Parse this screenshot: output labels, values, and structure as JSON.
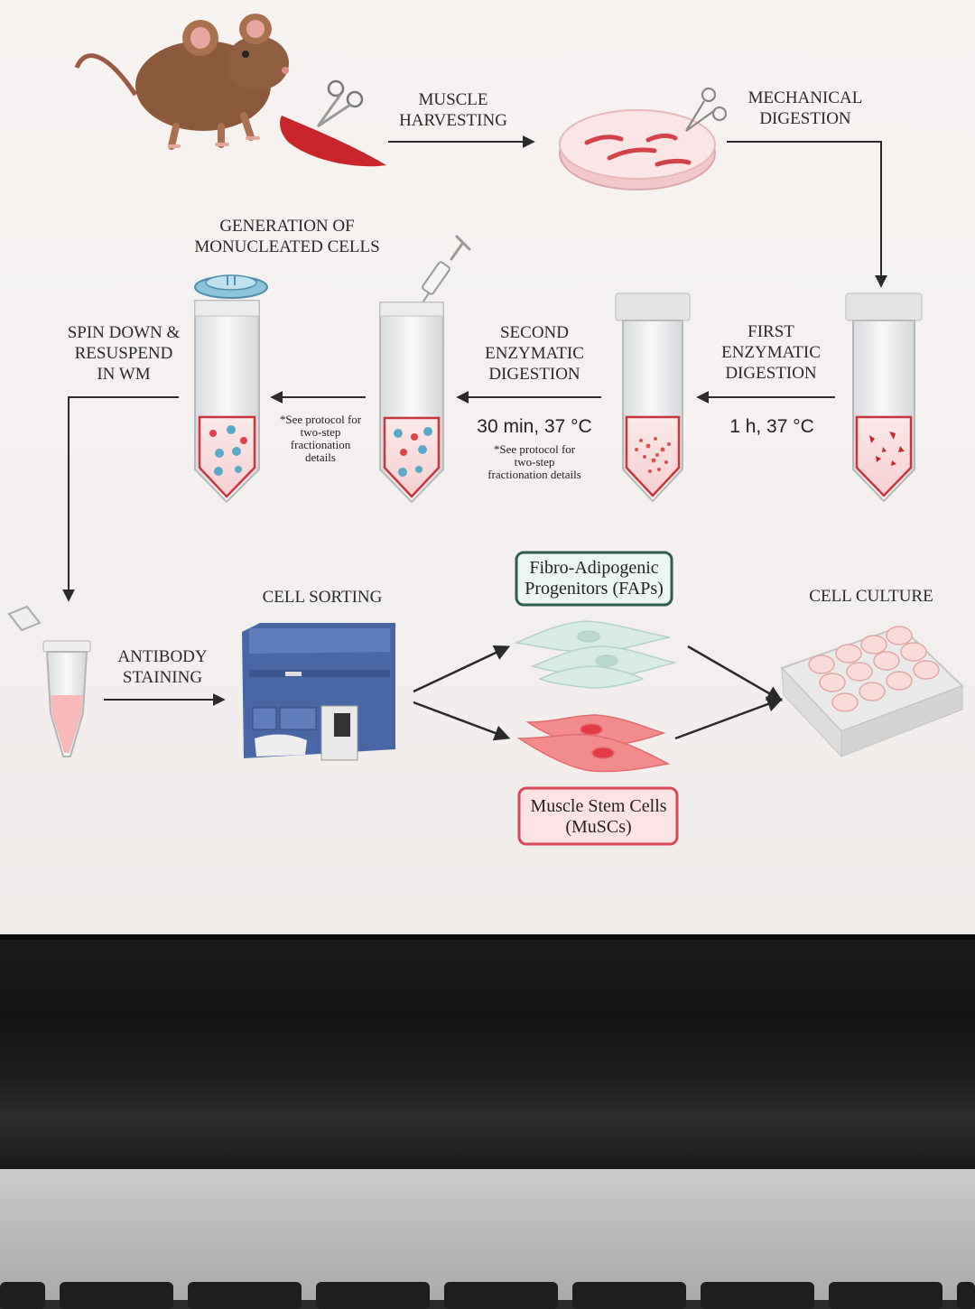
{
  "steps": {
    "muscle_harvesting": [
      "MUSCLE",
      "HARVESTING"
    ],
    "mechanical_digestion": [
      "MECHANICAL",
      "DIGESTION"
    ],
    "first_digestion": [
      "FIRST",
      "ENZYMATIC",
      "DIGESTION"
    ],
    "first_time": "1 h, 37 °C",
    "second_digestion": [
      "SECOND",
      "ENZYMATIC",
      "DIGESTION"
    ],
    "second_time": "30 min, 37 °C",
    "second_note": [
      "*See protocol for",
      "two-step",
      "fractionation details"
    ],
    "generation": [
      "GENERATION OF",
      "MONUCLEATED CELLS"
    ],
    "left_note": [
      "*See protocol for",
      "two-step",
      "fractionation",
      "details"
    ],
    "spin_down": [
      "SPIN DOWN &",
      "RESUSPEND",
      "IN WM"
    ],
    "antibody_staining": [
      "ANTIBODY",
      "STAINING"
    ],
    "cell_sorting": "CELL SORTING",
    "faps": [
      "Fibro-Adipogenic",
      "Progenitors (FAPs)"
    ],
    "muscs": [
      "Muscle Stem Cells",
      "(MuSCs)"
    ],
    "cell_culture": "CELL CULTURE"
  },
  "colors": {
    "arrow": "#2a2a2a",
    "muscle_red": "#c8262c",
    "faps_border": "#2f5e50",
    "faps_fill": "#eef6f1",
    "muscs_border": "#d9485a",
    "muscs_fill": "#fde3e5",
    "sorter_blue": "#4a67a5"
  },
  "icons": [
    "mouse-icon",
    "scissors-icon",
    "muscle-icon",
    "petri-dish-icon",
    "falcon-tube-icon",
    "syringe-icon",
    "filter-cap-icon",
    "eppendorf-tube-icon",
    "cell-sorter-icon",
    "fap-cells-icon",
    "musc-cells-icon",
    "well-plate-icon"
  ]
}
